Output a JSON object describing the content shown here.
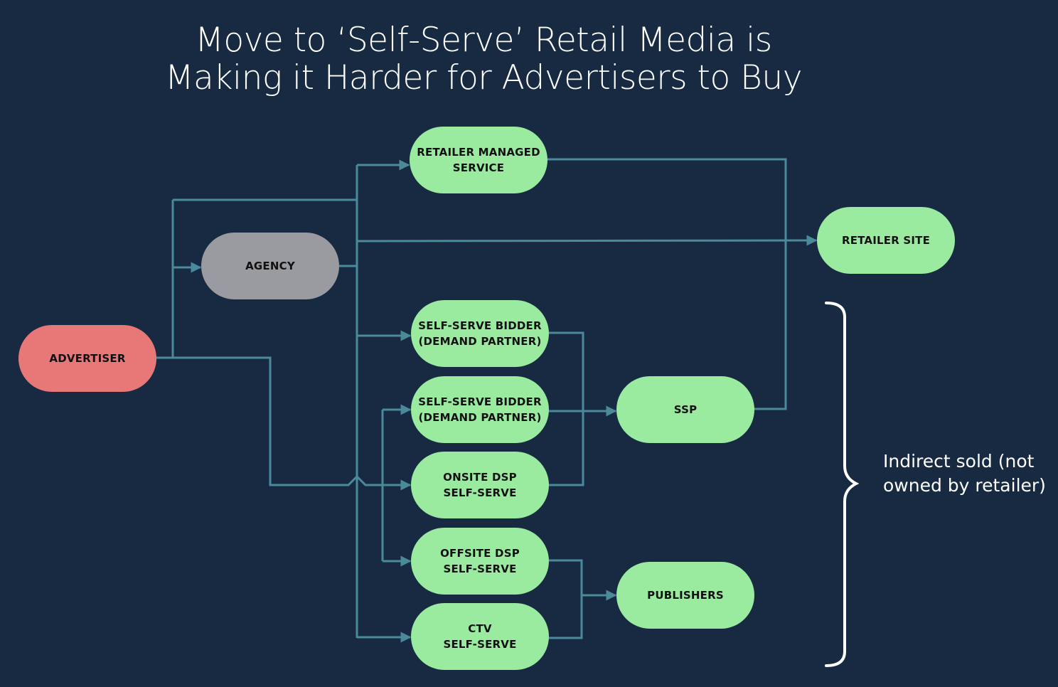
{
  "title": {
    "line1": "Move to ‘Self-Serve’ Retail Media is",
    "line2": "Making it Harder for Advertisers to Buy"
  },
  "nodes": {
    "retailer_managed": "RETAILER MANAGED\nSERVICE",
    "retailer_site": "RETAILER SITE",
    "agency": "AGENCY",
    "advertiser": "ADVERTISER",
    "bidder1": "SELF-SERVE BIDDER\n(DEMAND PARTNER)",
    "bidder2": "SELF-SERVE BIDDER\n(DEMAND PARTNER)",
    "ssp": "SSP",
    "onsite_dsp": "ONSITE DSP\nSELF-SERVE",
    "offsite_dsp": "OFFSITE DSP\nSELF-SERVE",
    "publishers": "PUBLISHERS",
    "ctv": "CTV\nSELF-SERVE"
  },
  "brace_label": "Indirect sold (not\nowned by retailer)",
  "colors": {
    "background": "#172a41",
    "green": "#9aeba0",
    "grey": "#9a9ba0",
    "red": "#e87878",
    "connector": "#4a8a9a",
    "brace": "#ffffff"
  }
}
